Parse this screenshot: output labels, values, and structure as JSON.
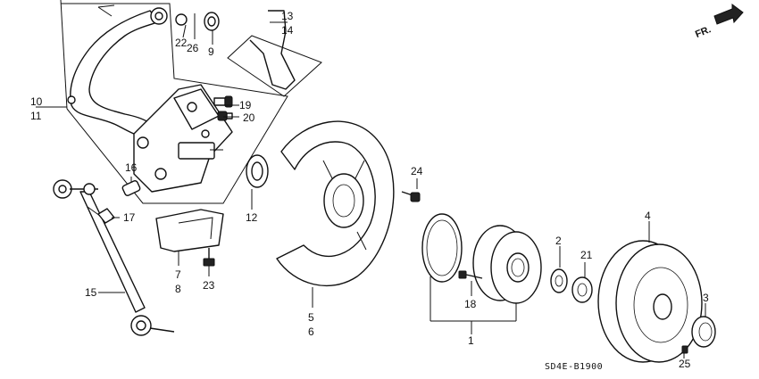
{
  "diagram": {
    "code": "SD4E-B1900",
    "direction_mark": "FR.",
    "part_numbers": {
      "p1": "1",
      "p2": "2",
      "p3": "3",
      "p4": "4",
      "p5": "5",
      "p6": "6",
      "p7": "7",
      "p8": "8",
      "p9": "9",
      "p10": "10",
      "p11": "11",
      "p12": "12",
      "p13": "13",
      "p14": "14",
      "p15": "15",
      "p16": "16",
      "p17": "17",
      "p18": "18",
      "p19": "19",
      "p20": "20",
      "p21": "21",
      "p22": "22",
      "p23": "23",
      "p24": "24",
      "p25": "25",
      "p26": "26"
    }
  }
}
